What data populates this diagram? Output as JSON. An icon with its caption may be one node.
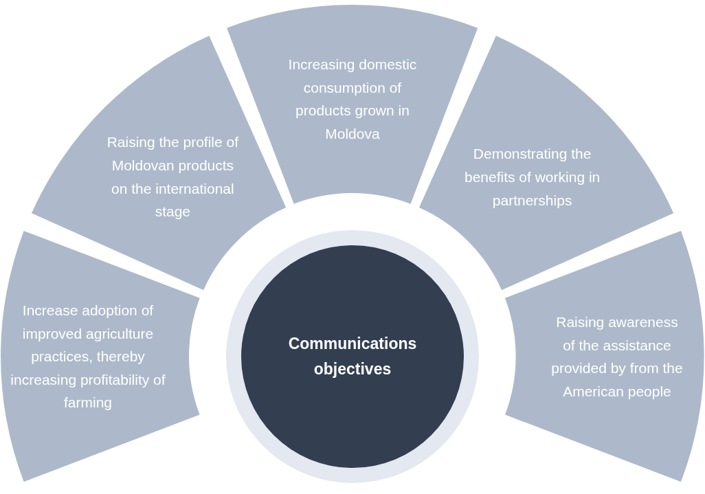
{
  "diagram": {
    "nodes": [
      {
        "text": [
          "Communications objectives"
        ]
      },
      {
        "text": [
          "Increase adoption of improved agriculture practices, thereby increasing profitability of farming"
        ]
      },
      {
        "text": [
          "Raising the profile of Moldovan products on the international stage"
        ]
      },
      {
        "text": [
          "Increasing domestic consumption of products grown in Moldova"
        ]
      },
      {
        "text": [
          "Demonstrating the benefits of working in partnerships"
        ]
      },
      {
        "text": [
          "Raising awareness of the assistance provided by from the American people"
        ]
      }
    ]
  }
}
